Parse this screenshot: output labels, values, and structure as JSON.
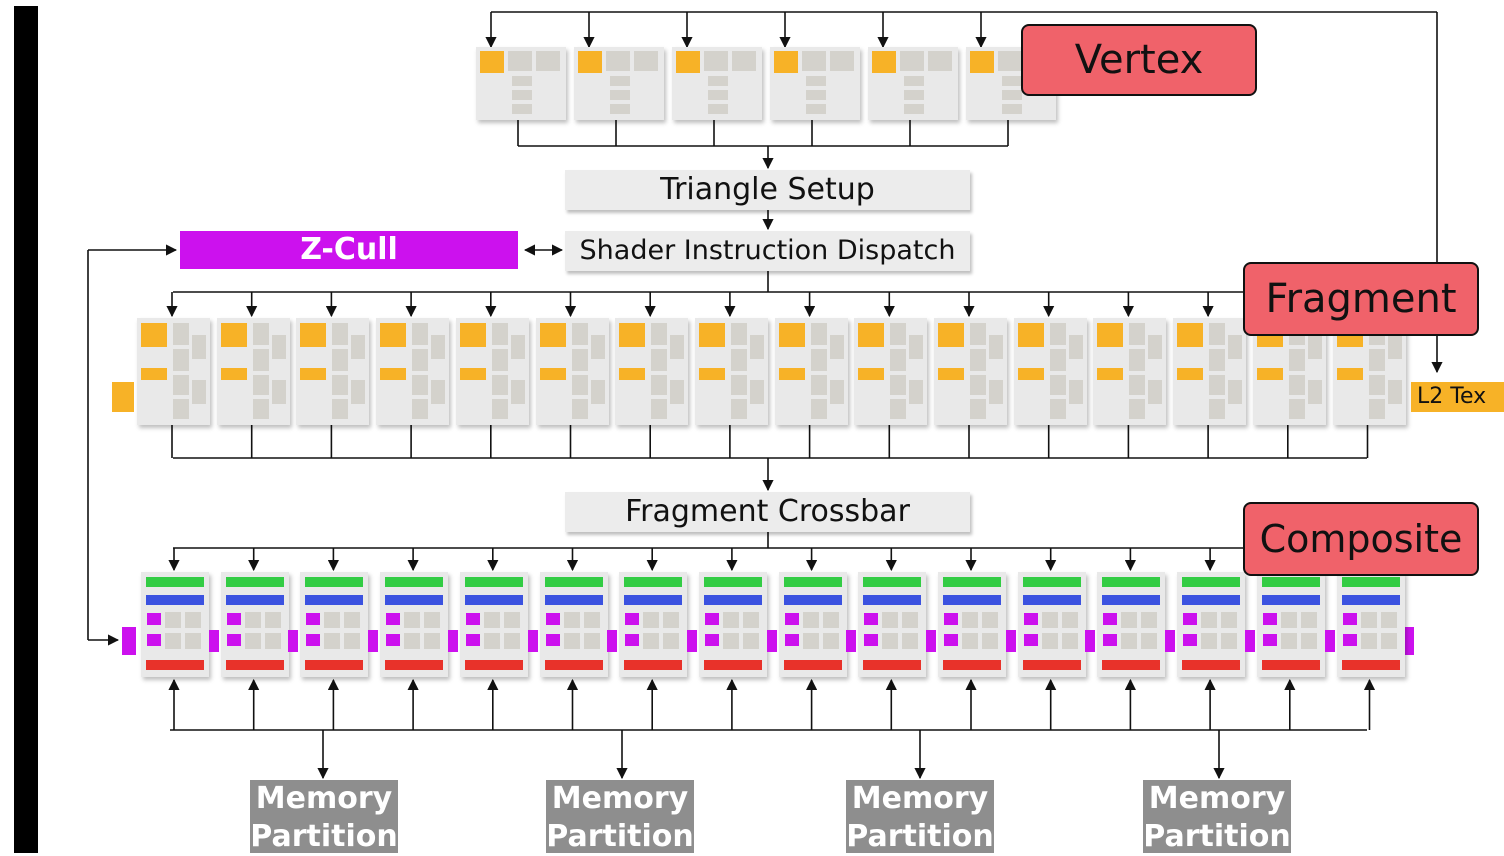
{
  "labels": {
    "triangle_setup": "Triangle Setup",
    "shader_dispatch": "Shader Instruction Dispatch",
    "z_cull": "Z-Cull",
    "fragment_crossbar": "Fragment Crossbar",
    "l2_tex": "L2 Tex",
    "vertex": "Vertex",
    "fragment": "Fragment",
    "composite": "Composite"
  },
  "memory_partitions": [
    {
      "line1": "Memory",
      "line2": "Partition"
    },
    {
      "line1": "Memory",
      "line2": "Partition"
    },
    {
      "line1": "Memory",
      "line2": "Partition"
    },
    {
      "line1": "Memory",
      "line2": "Partition"
    }
  ],
  "counts": {
    "vertex_units": 6,
    "fragment_units": 16,
    "composite_units": 16,
    "memory_partitions": 4
  },
  "colors": {
    "orange": "#f7b227",
    "unit_bg": "#e9e9e9",
    "cell": "#d4d2cc",
    "magenta": "#cc11ee",
    "green": "#33cc44",
    "blue": "#3b52e0",
    "red": "#e8322a",
    "tag_fill": "#f0626a",
    "mem_gray": "#8e8e8e"
  }
}
